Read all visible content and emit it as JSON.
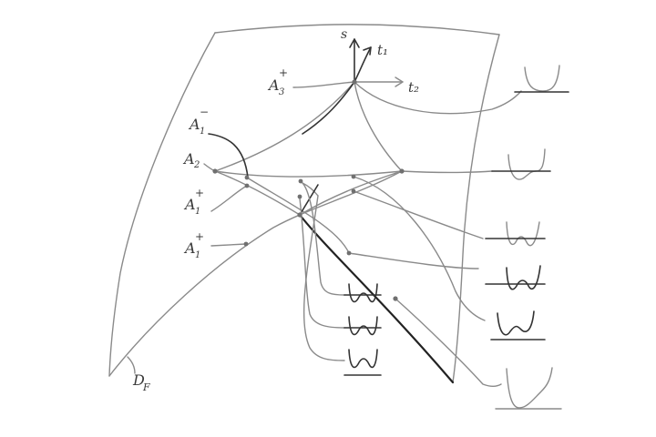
{
  "axes": {
    "s": "s",
    "t1": "t₁",
    "t2": "t₂"
  },
  "labels": {
    "a3_plus": {
      "base": "A",
      "sub": "3",
      "sup": "+"
    },
    "a1_minus": {
      "base": "A",
      "sub": "1",
      "sup": "−"
    },
    "a2": {
      "base": "A",
      "sub": "2",
      "sup": ""
    },
    "a1_plus_upper": {
      "base": "A",
      "sub": "1",
      "sup": "+"
    },
    "a1_plus_lower": {
      "base": "A",
      "sub": "1",
      "sup": "+"
    },
    "d_f": {
      "base": "D",
      "sub": "F",
      "sup": ""
    }
  },
  "colors": {
    "pencil": "#8a8a8a",
    "ink": "#333333"
  }
}
